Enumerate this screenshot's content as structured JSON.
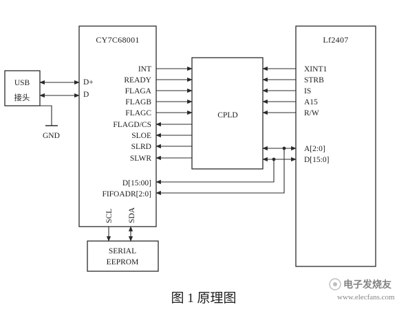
{
  "figure": {
    "caption": "图 1  原理图"
  },
  "usb": {
    "label_line1": "USB",
    "label_line2": "接头",
    "gnd": "GND"
  },
  "mcu": {
    "title": "CY7C68001",
    "d_plus": "D+",
    "d_minus": "D",
    "pins": [
      "INT",
      "READY",
      "FLAGA",
      "FLAGB",
      "FLAGC",
      "FLAGD/CS",
      "SLOE",
      "SLRD",
      "SLWR"
    ],
    "bus_pins": [
      "D[15:00]",
      "FIFOADR[2:0]"
    ],
    "bottom_pins": [
      "SCL",
      "SDA"
    ]
  },
  "cpld": {
    "label": "CPLD"
  },
  "eeprom": {
    "line1": "SERIAL",
    "line2": "EEPROM"
  },
  "dsp": {
    "title": "Lf2407",
    "pins": [
      "XINT1",
      "STRB",
      "IS",
      "A15",
      "R/W"
    ],
    "bus_pins": [
      "A[2:0]",
      "D[15:0]"
    ]
  },
  "watermark": {
    "text": "电子发烧友",
    "url": "www.elecfans.com"
  }
}
